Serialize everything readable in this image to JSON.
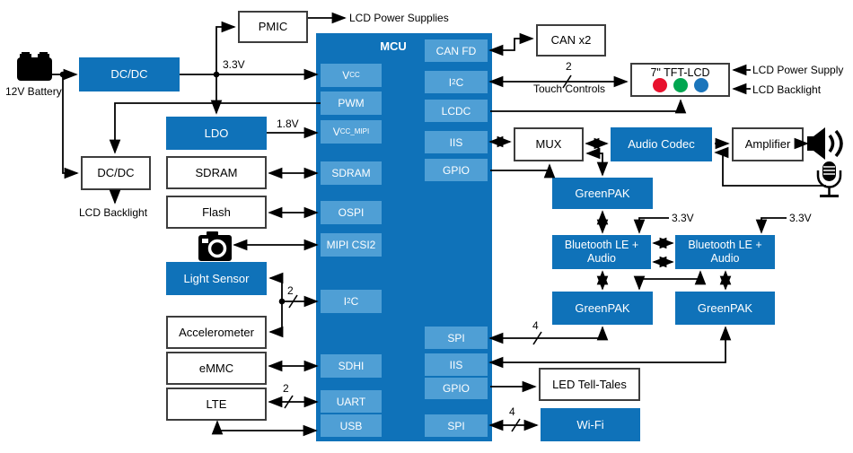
{
  "colors": {
    "block_blue": "#0F72B9",
    "port_blue": "#4F9FD5",
    "box_border": "#3D3D3D",
    "wire": "#000000",
    "led_red": "#E8112D",
    "led_green": "#00A650",
    "led_blue": "#1B75BB"
  },
  "mcu": {
    "label": "MCU",
    "left_ports": [
      {
        "pre": "V",
        "sub": "CC"
      },
      {
        "label": "PWM"
      },
      {
        "pre": "V",
        "sub": "CC_MIPI"
      },
      {
        "label": "SDRAM"
      },
      {
        "label": "OSPI"
      },
      {
        "label": "MIPI CSI2"
      },
      {
        "pre": "I",
        "sup": "2",
        "post": "C"
      },
      {
        "label": "SDHI"
      },
      {
        "label": "UART"
      },
      {
        "label": "USB"
      }
    ],
    "right_ports": [
      {
        "label": "CAN FD"
      },
      {
        "pre": "I",
        "sup": "2",
        "post": "C"
      },
      {
        "label": "LCDC"
      },
      {
        "label": "IIS"
      },
      {
        "label": "GPIO"
      },
      {
        "label": "SPI"
      },
      {
        "label": "IIS"
      },
      {
        "label": "GPIO"
      },
      {
        "label": "SPI"
      }
    ]
  },
  "blocks": {
    "dcdc_main": "DC/DC",
    "pmic": "PMIC",
    "dcdc_backlight": "DC/DC",
    "ldo": "LDO",
    "sdram": "SDRAM",
    "flash": "Flash",
    "light_sensor": "Light Sensor",
    "accelerometer": "Accelerometer",
    "emmc": "eMMC",
    "lte": "LTE",
    "can_x2": "CAN x2",
    "tft_lcd": "7\" TFT-LCD",
    "mux": "MUX",
    "audio_codec": "Audio Codec",
    "amplifier": "Amplifier",
    "greenpak_mux": "GreenPAK",
    "bt_audio_1": {
      "line1": "Bluetooth LE +",
      "line2": "Audio"
    },
    "bt_audio_2": {
      "line1": "Bluetooth LE +",
      "line2": "Audio"
    },
    "greenpak_left": "GreenPAK",
    "greenpak_right": "GreenPAK",
    "led_telltales": "LED Tell-Tales",
    "wifi": "Wi-Fi"
  },
  "annotations": {
    "battery": "12V Battery",
    "v33_top": "3.3V",
    "v18": "1.8V",
    "lcd_power_supplies": "LCD Power Supplies",
    "lcd_backlight_left": "LCD Backlight",
    "touch_controls": "Touch Controls",
    "lcd_power_supply": "LCD Power Supply",
    "lcd_backlight_right": "LCD Backlight",
    "v33_bt1": "3.3V",
    "v33_bt2": "3.3V",
    "bus_touch": "2",
    "bus_i2c": "2",
    "bus_uart": "2",
    "bus_spi1": "4",
    "bus_spi2": "4"
  }
}
